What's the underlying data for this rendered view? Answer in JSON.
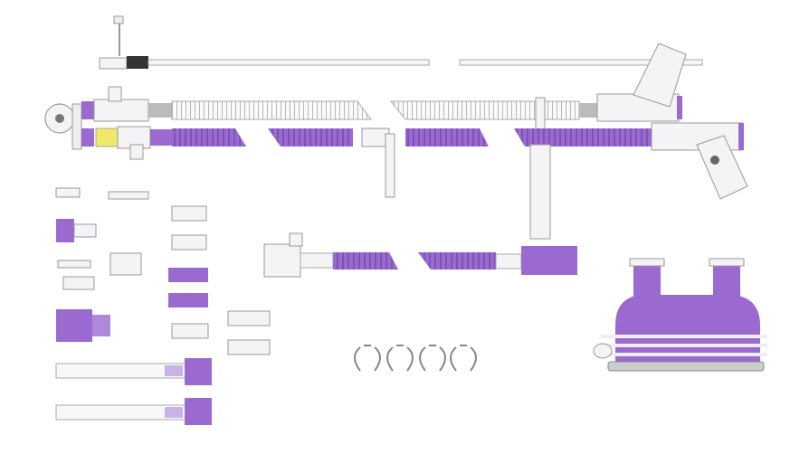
{
  "product": {
    "colors": {
      "purple": "#9a6ad0",
      "purple_dark": "#7e52b6",
      "clear_part": "#f4f4f6",
      "outline": "#9a9a9a",
      "yellow": "#f0e86a",
      "background": "#ffffff"
    },
    "components": [
      "temperature-probe",
      "inspiratory-tube",
      "expiratory-tube",
      "y-piece",
      "connectors",
      "short-tube",
      "humidifier-chamber",
      "tube-clips",
      "long-tubes"
    ]
  }
}
